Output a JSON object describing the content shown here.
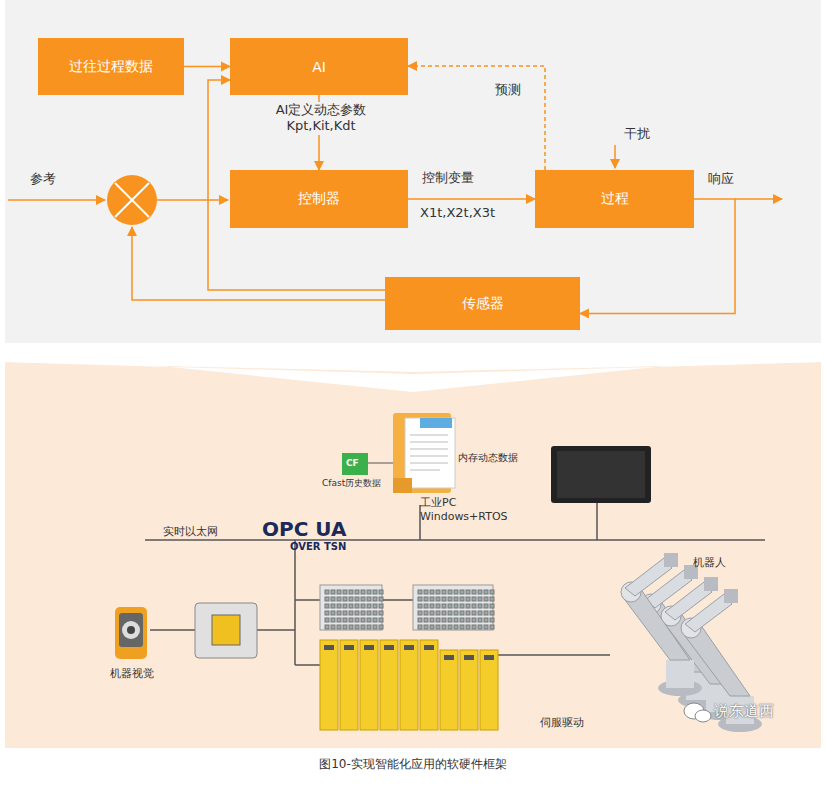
{
  "diagram": {
    "caption": "图10-实现智能化应用的软硬件框架",
    "nodes": [
      {
        "text": [
          "过往过程数据"
        ]
      },
      {
        "text": [
          "AI"
        ]
      },
      {
        "text": [
          "控制器"
        ]
      },
      {
        "text": [
          "过程"
        ]
      },
      {
        "text": [
          "传感器"
        ]
      }
    ],
    "edges": [
      {
        "from": 0,
        "to": 1,
        "arrow": "to"
      },
      {
        "from": 1,
        "to": 2,
        "label": "AI定义动态参数 Kpt,Kit,Kdt",
        "arrow": "to"
      },
      {
        "from": 2,
        "to": 3,
        "label": "控制变量",
        "arrow": "to"
      },
      {
        "from": 3,
        "to": 4,
        "arrow": "to"
      },
      {
        "from": 4,
        "to": 1,
        "arrow": "to"
      },
      {
        "from": 3,
        "to": 1,
        "label": "预测",
        "arrow": "to"
      }
    ],
    "labels": [
      "参考",
      "干扰",
      "响应",
      "X1t,X2t,X3t",
      "内存动态数据",
      "CF",
      "Cfast历史数据",
      "工业PC Windows+RTOS",
      "实时以太网",
      "OPC UA",
      "OVER TSN",
      "机器人",
      "机器视觉",
      "伺服驱动",
      "说东道西"
    ]
  }
}
